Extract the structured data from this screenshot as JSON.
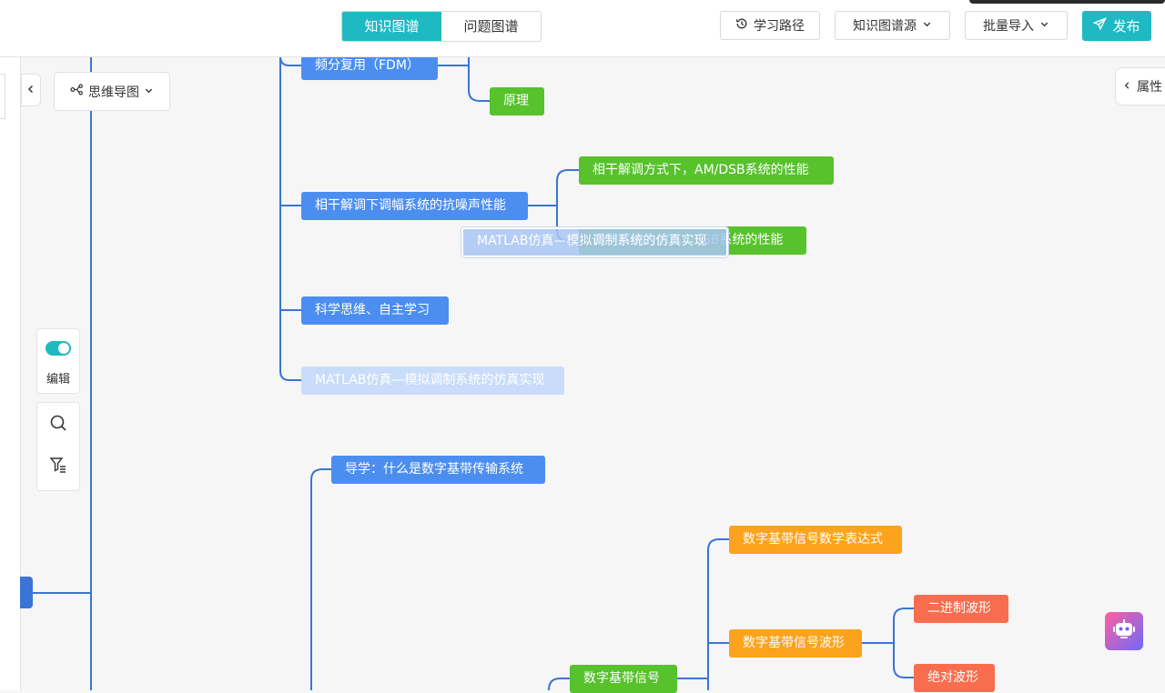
{
  "header": {
    "tabs": [
      {
        "label": "知识图谱",
        "active": true
      },
      {
        "label": "问题图谱",
        "active": false
      }
    ],
    "learning_path_label": "学习路径",
    "kg_source_label": "知识图谱源",
    "batch_import_label": "批量导入",
    "publish_label": "发布",
    "accent_color": "#1fb9c3"
  },
  "view": {
    "mode_label": "思维导图",
    "properties_label": "属性",
    "edit_label": "编辑",
    "edit_enabled": true
  },
  "mindmap": {
    "nodes": {
      "fdm": "频分复用（FDM）",
      "principle": "原理",
      "coherent_am": "相干解调下调幅系统的抗噪声性能",
      "coherent_am_dsb": "相干解调方式下，AM/DSB系统的性能",
      "coherent_ssb": "相干解调方式下，SSB系统的性能",
      "science": "科学思维、自主学习",
      "matlab_ghost": "MATLAB仿真—模拟调制系统的仿真实现",
      "matlab_drag": "MATLAB仿真—模拟调制系统的仿真实现",
      "intro_baseband": "导学：什么是数字基带传输系统",
      "baseband_expr": "数字基带信号数学表达式",
      "baseband_wave": "数字基带信号波形",
      "binary_wave": "二进制波形",
      "absolute_wave": "绝对波形",
      "baseband_signal": "数字基带信号"
    }
  },
  "icons": {
    "history": "history-icon",
    "search": "search-icon",
    "filter": "filter-list-icon",
    "publish": "send-icon",
    "mindmap": "mindmap-icon",
    "robot": "robot-icon"
  }
}
